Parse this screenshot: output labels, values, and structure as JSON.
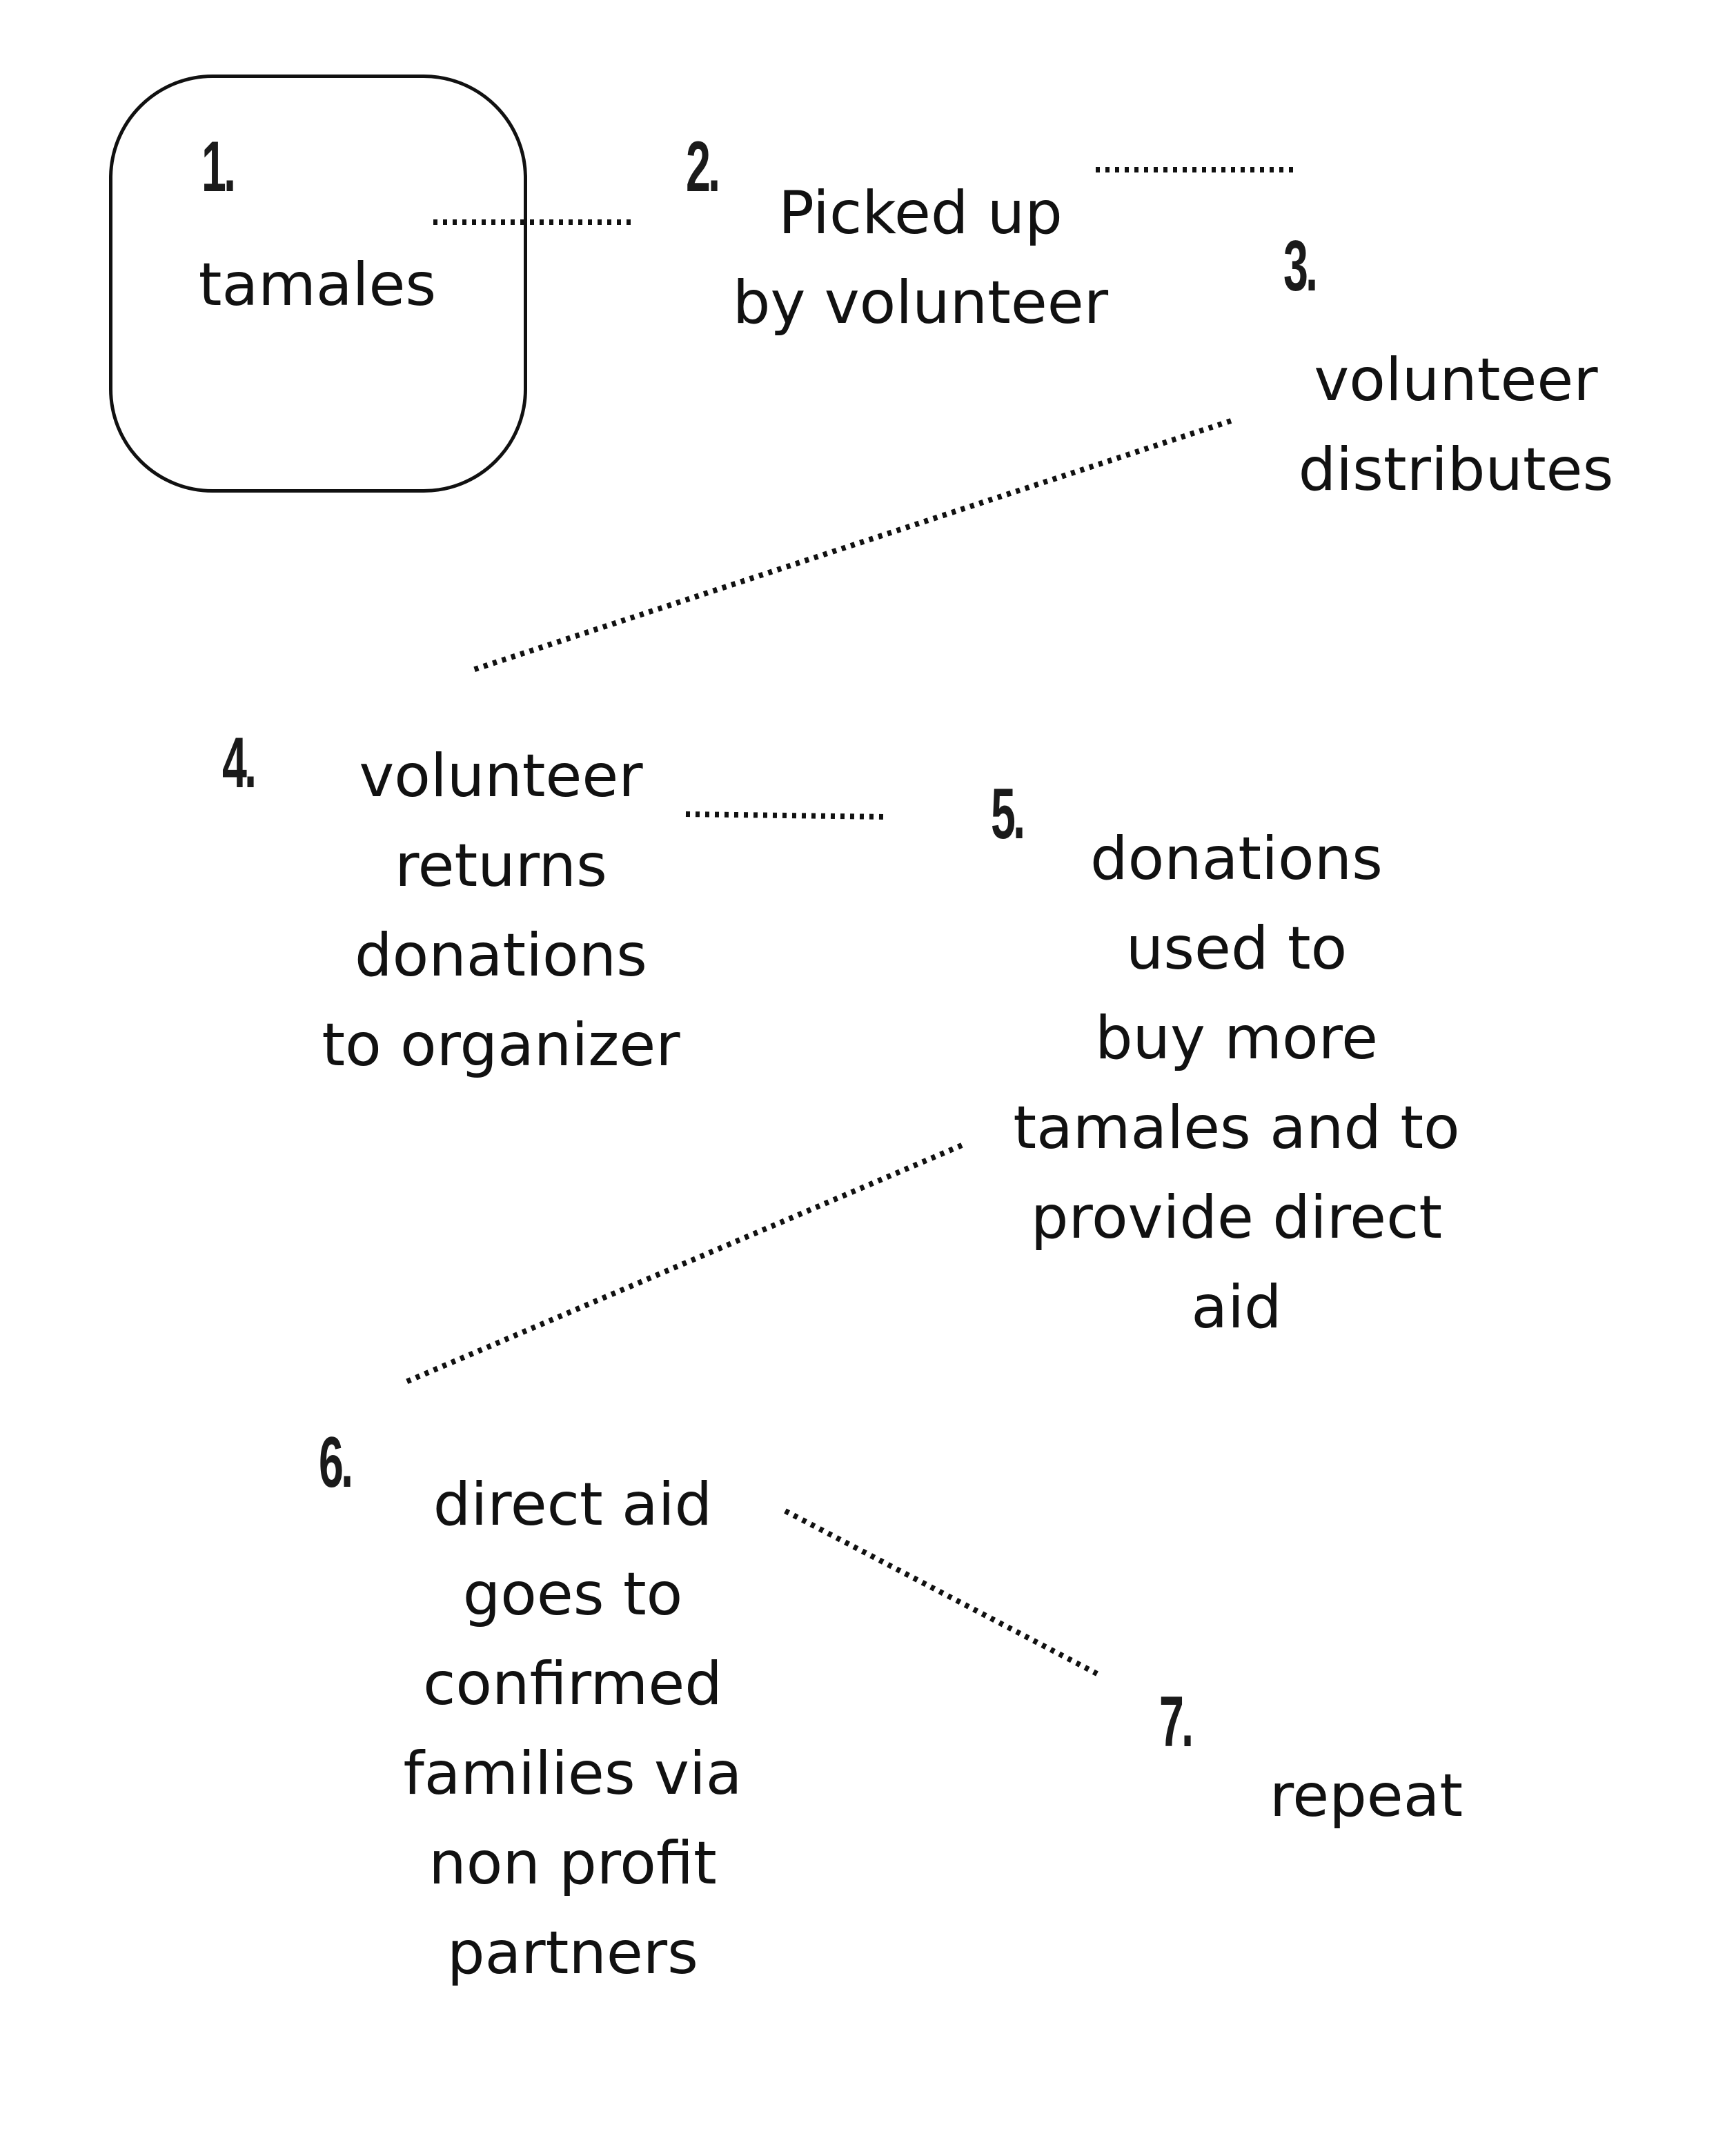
{
  "diagram": {
    "steps": [
      {
        "number": "1.",
        "text": "tamales"
      },
      {
        "number": "2.",
        "text": "Picked up\nby volunteer"
      },
      {
        "number": "3.",
        "text": "volunteer\ndistributes"
      },
      {
        "number": "4.",
        "text": "volunteer\nreturns\ndonations\nto organizer"
      },
      {
        "number": "5.",
        "text": "donations\nused to\nbuy more\ntamales and to\nprovide direct\naid"
      },
      {
        "number": "6.",
        "text": "direct aid\ngoes to\nconfirmed\nfamilies via\nnon profit\npartners"
      },
      {
        "number": "7.",
        "text": "repeat"
      }
    ],
    "connectors": [
      {
        "from": "1.",
        "to": "2.",
        "style": "dotted"
      },
      {
        "from": "2.",
        "to": "3.",
        "style": "dotted"
      },
      {
        "from": "3.",
        "to": "4.",
        "style": "dotted"
      },
      {
        "from": "4.",
        "to": "5.",
        "style": "dotted"
      },
      {
        "from": "5.",
        "to": "6.",
        "style": "dotted"
      },
      {
        "from": "6.",
        "to": "7.",
        "style": "dotted"
      }
    ],
    "colors": {
      "background": "#ffffff",
      "ink": "#111111"
    }
  }
}
